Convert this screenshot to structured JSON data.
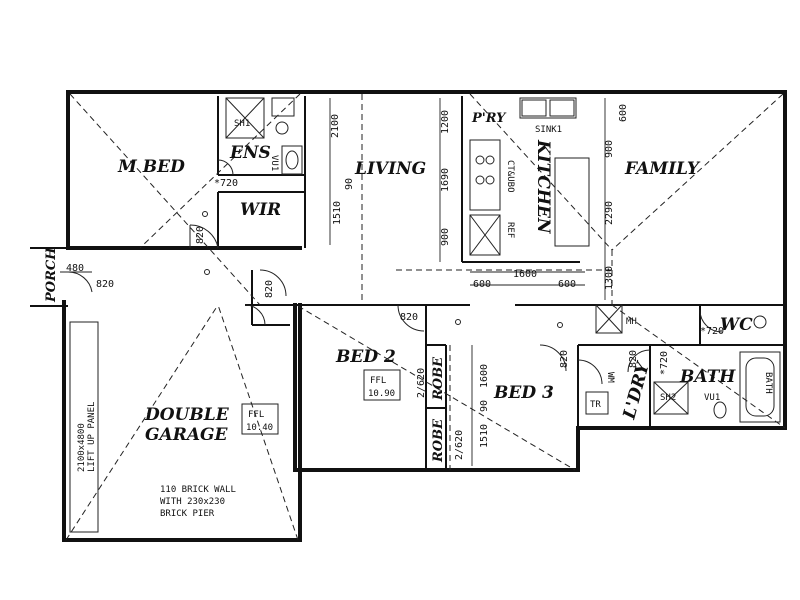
{
  "rooms": {
    "m_bed": "M BED",
    "ens": "ENS",
    "wir": "WIR",
    "living": "LIVING",
    "pantry": "P'RY",
    "kitchen": "KITCHEN",
    "family": "FAMILY",
    "porch": "PORCH",
    "bed2": "BED 2",
    "bed3": "BED 3",
    "robe_upper": "ROBE",
    "robe_lower": "ROBE",
    "laundry": "L'DRY",
    "bath": "BATH",
    "wc": "WC",
    "double": "DOUBLE",
    "garage": "GARAGE"
  },
  "fixtures": {
    "sh1": "SH1",
    "vu1": "VU1",
    "sink1": "SINK1",
    "ct_ubo": "CT&UBO",
    "ref": "REF",
    "mh": "MH",
    "wm": "WM",
    "tr": "TR",
    "sh2": "SH2",
    "vu2": "VU1",
    "bath_tub": "BATH"
  },
  "dimensions": {
    "d2100": "2100",
    "d90a": "90",
    "d1510a": "1510",
    "d1200": "1200",
    "d1690": "1690",
    "d900a": "900",
    "d600a": "600",
    "d900b": "900",
    "d2290": "2290",
    "d1300": "1300",
    "d1600": "1600",
    "d600b": "600",
    "d600c": "600",
    "d480": "480",
    "d1600b": "1600",
    "d90b": "90",
    "d1510b": "1510",
    "door_ens": "*720",
    "door_mbed": "820",
    "door_porch": "820",
    "door_hall": "820",
    "door_bed2": "820",
    "door_bed3": "820",
    "door_ldry": "820",
    "door_bath": "*720",
    "door_wc": "*720",
    "robe_u": "2/620",
    "robe_l": "2/620"
  },
  "notes": {
    "ffl_bed2_label": "FFL",
    "ffl_bed2_value": "10.90",
    "ffl_garage_label": "FFL",
    "ffl_garage_value": "10.40",
    "panel_line1": "2100x4800",
    "panel_line2": "LIFT UP PANEL",
    "brick_line1": "110 BRICK WALL",
    "brick_line2": "WITH 230x230",
    "brick_line3": "BRICK PIER"
  }
}
